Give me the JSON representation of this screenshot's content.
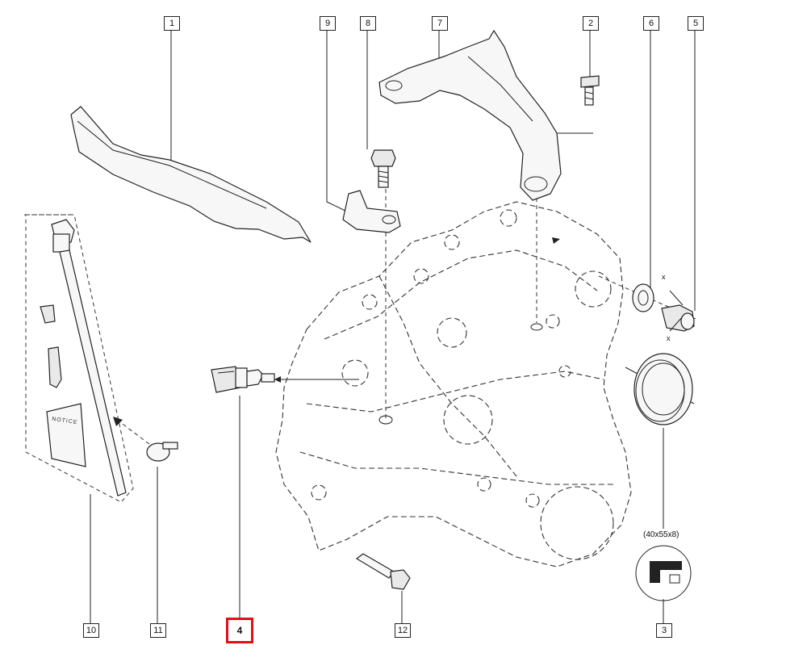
{
  "diagram": {
    "callouts": [
      {
        "id": "c1",
        "label": "1"
      },
      {
        "id": "c2",
        "label": "2"
      },
      {
        "id": "c3",
        "label": "3"
      },
      {
        "id": "c4",
        "label": "4",
        "highlighted": true
      },
      {
        "id": "c5",
        "label": "5"
      },
      {
        "id": "c6",
        "label": "6"
      },
      {
        "id": "c7",
        "label": "7"
      },
      {
        "id": "c8",
        "label": "8"
      },
      {
        "id": "c9",
        "label": "9"
      },
      {
        "id": "c10",
        "label": "10"
      },
      {
        "id": "c11",
        "label": "11"
      },
      {
        "id": "c12",
        "label": "12"
      }
    ],
    "seal_dimension": "(40x55x8)",
    "notice_label": "NOTICE",
    "axis_marker_top": "x",
    "axis_marker_bottom": "x",
    "highlight_color": "#e0101a"
  }
}
